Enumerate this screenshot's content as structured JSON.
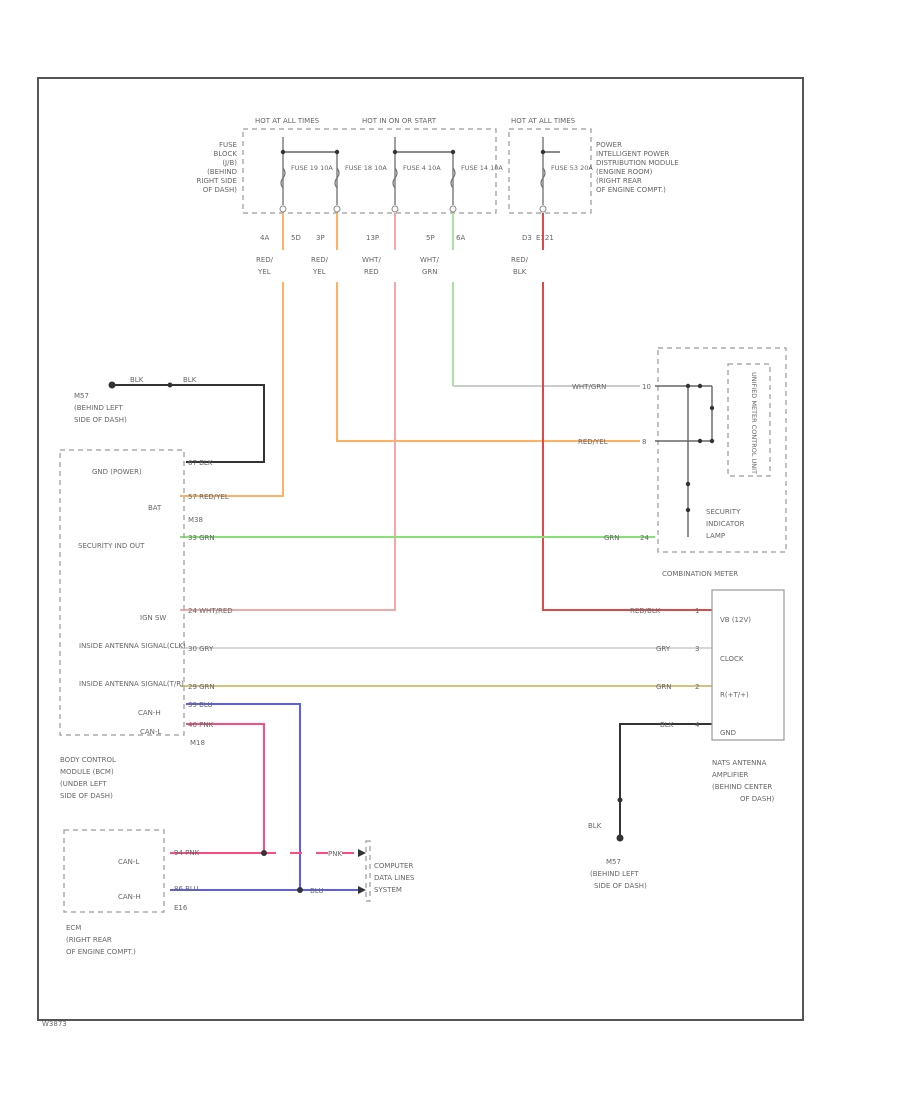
{
  "fuse_groups": [
    {
      "header": "HOT AT ALL TIMES",
      "fuses": [
        {
          "label": "FUSE 19 10A"
        },
        {
          "label": "FUSE 18 10A"
        }
      ]
    },
    {
      "header": "HOT IN ON OR START",
      "fuses": [
        {
          "label": "FUSE 4 10A"
        },
        {
          "label": "FUSE 14 10A"
        }
      ]
    },
    {
      "header": "HOT AT ALL TIMES",
      "fuses": [
        {
          "label": "FUSE 53 20A"
        }
      ]
    }
  ],
  "fuse_block_label": [
    "FUSE",
    "BLOCK",
    "(J/B)",
    "(BEHIND",
    "RIGHT SIDE",
    "OF DASH)"
  ],
  "ipdm_label": [
    "POWER",
    "INTELLIGENT POWER",
    "DISTRIBUTION MODULE",
    "(ENGINE ROOM)",
    "(RIGHT REAR",
    "OF ENGINE COMPT.)"
  ],
  "connector_refs": {
    "fuse_top": [
      "4A",
      "5D",
      "3P",
      "13P",
      "5P",
      "6A",
      "D3",
      "E121"
    ],
    "wire_colors_top": [
      [
        "RED/",
        "YEL"
      ],
      [
        "RED/",
        "YEL"
      ],
      [
        "WHT/",
        "RED"
      ],
      [
        "WHT/",
        "GRN"
      ],
      [
        "RED/",
        "BLK"
      ]
    ]
  },
  "ground_top": {
    "label": [
      "M57",
      "(BEHIND LEFT",
      "SIDE OF DASH)"
    ],
    "wire": "BLK",
    "wire2": "BLK"
  },
  "bcm": {
    "pins": [
      {
        "name": "GND (POWER)",
        "ref": "67 BLK"
      },
      {
        "name": "BAT",
        "ref": "57 RED/YEL",
        "conn": "M38"
      },
      {
        "name": "SECURITY IND OUT",
        "ref": "33 GRN"
      },
      {
        "name": "IGN SW",
        "ref": "24 WHT/RED"
      },
      {
        "name": "INSIDE ANTENNA SIGNAL(CLK)",
        "ref": "30 GRY"
      },
      {
        "name": "INSIDE ANTENNA SIGNAL(T/R)",
        "ref": "29 GRN"
      },
      {
        "name": "CAN-H",
        "ref": "39 BLU"
      },
      {
        "name": "CAN-L",
        "ref": "40 PNK",
        "conn": "M18"
      }
    ],
    "label": [
      "BODY CONTROL",
      "MODULE (BCM)",
      "(UNDER LEFT",
      "SIDE OF DASH)"
    ]
  },
  "combination_meter": {
    "label": "COMBINATION METER",
    "lamp_label": [
      "SECURITY",
      "INDICATOR",
      "LAMP"
    ],
    "unit_label": "UNIFIED METER CONTROL UNIT",
    "pins": [
      {
        "wire": "WHT/GRN",
        "num": "10"
      },
      {
        "wire": "RED/YEL",
        "num": "8"
      },
      {
        "wire": "GRN",
        "num": "24"
      }
    ]
  },
  "amplifier": {
    "pins": [
      "VB (12V)",
      "CLOCK",
      "R(+T/+)",
      "GND"
    ],
    "wires": [
      {
        "wire": "RED/BLK",
        "num": "1"
      },
      {
        "wire": "GRY",
        "num": "3"
      },
      {
        "wire": "GRN",
        "num": "2"
      },
      {
        "wire": "BLK",
        "num": "4"
      }
    ],
    "label": [
      "NATS ANTENNA",
      "AMPLIFIER",
      "(BEHIND CENTER",
      "OF DASH)"
    ]
  },
  "ground_bottom": {
    "wire": "BLK",
    "label": [
      "M57",
      "(BEHIND LEFT",
      "SIDE OF DASH)"
    ]
  },
  "ecm": {
    "pins": [
      {
        "name": "CAN-L",
        "ref": "94 PNK"
      },
      {
        "name": "CAN-H",
        "ref": "86 BLU"
      }
    ],
    "conn": "E16",
    "label": [
      "ECM",
      "(RIGHT REAR",
      "OF ENGINE COMPT.)"
    ]
  },
  "data_lines": {
    "wires": [
      "PNK",
      "BLU"
    ],
    "label": [
      "COMPUTER",
      "DATA LINES",
      "SYSTEM"
    ]
  },
  "footer": "W3873"
}
